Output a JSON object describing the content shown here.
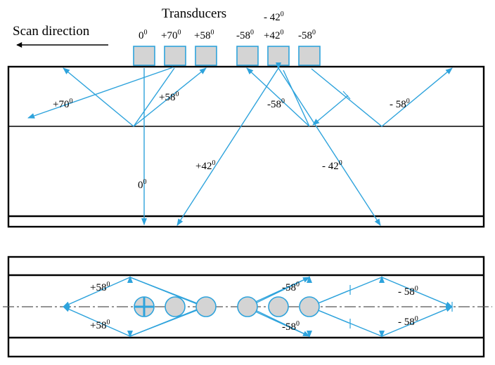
{
  "header": {
    "title": "Transducers",
    "scan_direction": "Scan direction"
  },
  "transducer_angles": {
    "t0": "0",
    "t70": "+70",
    "t58": "+58",
    "tm58a": "-58",
    "t42": "+42",
    "tm42": "- 42",
    "tm58b": "-58"
  },
  "side_view_labels": {
    "plus70": "+70",
    "plus58": "+58",
    "minus58": "-58",
    "minus58_right": "- 58",
    "plus42": "+42",
    "zero": "0",
    "minus42": "- 42"
  },
  "top_view_labels": {
    "plus58_upper": "+58",
    "plus58_lower": "+58",
    "minus58_upper": "-58",
    "minus58_lower": "-58",
    "minus58_right_upper": "- 58",
    "minus58_right_lower": "- 58"
  },
  "degree_symbol": "0",
  "colors": {
    "ray": "#2ea3dc",
    "transducer_fill": "#d4d4d4",
    "rail_outline": "#000000"
  }
}
